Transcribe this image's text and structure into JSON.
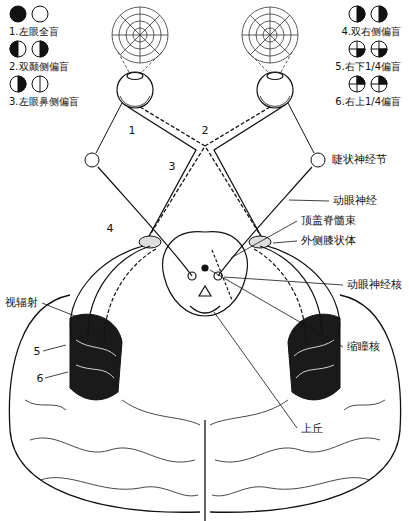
{
  "diagram": {
    "labels": [
      "1.左眼全盲",
      "2.双颞侧偏盲",
      "3.左眼鼻侧偏盲",
      "4.双右侧偏盲",
      "5.右下1/4偏盲",
      "6.右上1/4偏盲",
      "1",
      "睫状神经节",
      "2",
      "3",
      "动眼神经",
      "顶盖脊髓束",
      "4",
      "外侧膝状体",
      "视辐射",
      "动眼神经核",
      "5",
      "缩瞳核",
      "6",
      "上丘"
    ]
  }
}
